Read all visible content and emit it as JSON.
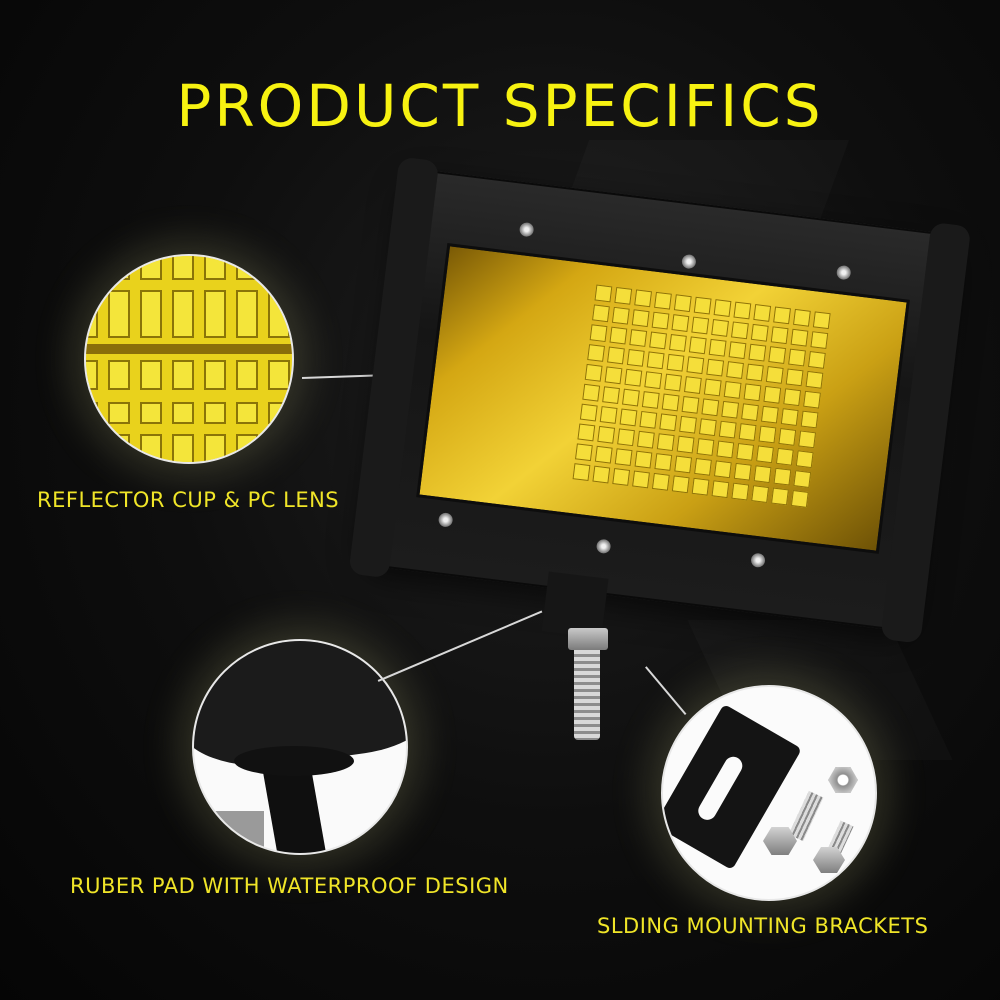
{
  "title": "PRODUCT SPECIFICS",
  "accent_color": "#f7f211",
  "callouts": [
    {
      "id": "lens",
      "label": "REFLECTOR CUP & PC LENS",
      "icon": "led-lens-closeup-icon"
    },
    {
      "id": "pad",
      "label": "RUBER PAD WITH WATERPROOF DESIGN",
      "icon": "rubber-pad-closeup-icon"
    },
    {
      "id": "bracket",
      "label": "SLDING MOUNTING BRACKETS",
      "icon": "mounting-bracket-closeup-icon"
    }
  ],
  "product": {
    "name_icon": "led-work-light-icon",
    "lens_color": "#e6c21a",
    "housing_color": "#1a1a1a"
  }
}
